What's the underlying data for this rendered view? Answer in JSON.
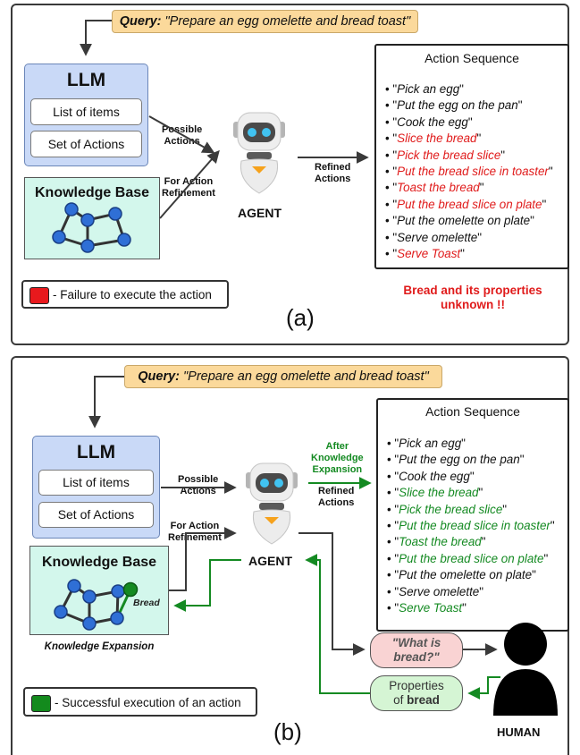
{
  "panel_a": {
    "query": {
      "label": "Query:",
      "text": "\"Prepare an egg omelette and bread toast\""
    },
    "llm": {
      "title": "LLM",
      "items": [
        "List of items",
        "Set of Actions"
      ]
    },
    "knowledge_base": {
      "title": "Knowledge Base"
    },
    "edge_labels": {
      "possible_actions": "Possible\nActions",
      "for_action_refinement": "For Action\nRefinement",
      "refined_actions": "Refined\nActions"
    },
    "agent_label": "AGENT",
    "action_sequence": {
      "title": "Action Sequence",
      "items": [
        {
          "text": "Pick an egg",
          "status": "ok"
        },
        {
          "text": "Put the egg on the pan",
          "status": "ok"
        },
        {
          "text": "Cook the egg",
          "status": "ok"
        },
        {
          "text": "Slice the bread",
          "status": "fail"
        },
        {
          "text": "Pick the bread slice",
          "status": "fail"
        },
        {
          "text": "Put the bread slice in toaster",
          "status": "fail"
        },
        {
          "text": "Toast the bread",
          "status": "fail"
        },
        {
          "text": "Put the bread slice on plate",
          "status": "fail"
        },
        {
          "text": "Put the omelette on plate",
          "status": "ok"
        },
        {
          "text": "Serve omelette",
          "status": "ok"
        },
        {
          "text": "Serve Toast",
          "status": "fail"
        }
      ]
    },
    "warning": "Bread and its properties\nunknown !!",
    "legend": {
      "text": "- Failure to execute the action",
      "color": "#e8191d"
    },
    "caption": "(a)"
  },
  "panel_b": {
    "query": {
      "label": "Query:",
      "text": "\"Prepare an egg omelette and bread toast\""
    },
    "llm": {
      "title": "LLM",
      "items": [
        "List of items",
        "Set of Actions"
      ]
    },
    "knowledge_base": {
      "title": "Knowledge Base",
      "new_node": "Bread"
    },
    "kb_caption": "Knowledge Expansion",
    "edge_labels": {
      "possible_actions": "Possible\nActions",
      "for_action_refinement": "For Action\nRefinement",
      "after_expansion": "After\nKnowledge\nExpansion",
      "refined_actions": "Refined\nActions"
    },
    "agent_label": "AGENT",
    "action_sequence": {
      "title": "Action Sequence",
      "items": [
        {
          "text": "Pick an egg",
          "status": "ok"
        },
        {
          "text": "Put the egg on the pan",
          "status": "ok"
        },
        {
          "text": "Cook the egg",
          "status": "ok"
        },
        {
          "text": "Slice the bread",
          "status": "success"
        },
        {
          "text": "Pick the bread slice",
          "status": "success"
        },
        {
          "text": "Put the bread slice in toaster",
          "status": "success"
        },
        {
          "text": "Toast the bread",
          "status": "success"
        },
        {
          "text": "Put the bread slice on plate",
          "status": "success"
        },
        {
          "text": "Put the omelette on plate",
          "status": "ok"
        },
        {
          "text": "Serve omelette",
          "status": "ok"
        },
        {
          "text": "Serve Toast",
          "status": "success"
        }
      ]
    },
    "question": "\"What is\nbread?\"",
    "answer": {
      "line1": "Properties",
      "line2_prefix": "of ",
      "line2_bold": "bread"
    },
    "human_label": "HUMAN",
    "legend": {
      "text": "- Successful execution of an action",
      "color": "#138a1d"
    },
    "caption": "(b)"
  },
  "colors": {
    "fail": "#e01b1b",
    "success": "#148a22",
    "query_fill": "#fbd99b",
    "llm_fill": "#c9d9f7",
    "kb_fill": "#d3f7ec",
    "node_fill": "#2f6fd6"
  }
}
